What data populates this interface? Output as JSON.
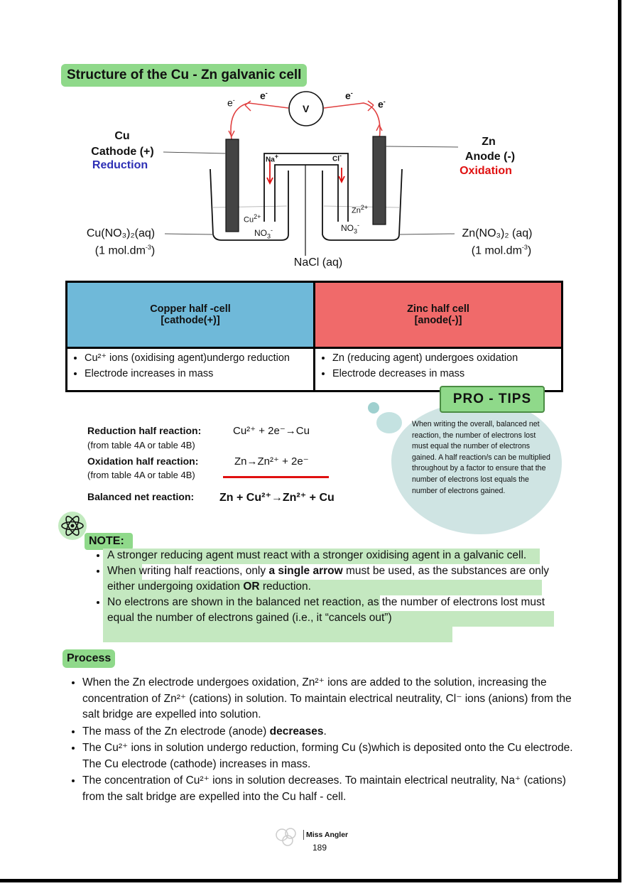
{
  "title": "Structure of the Cu - Zn galvanic cell",
  "diagram": {
    "electron_left_1": "e",
    "electron_left_2": "e",
    "electron_right_1": "e",
    "electron_right_2": "e",
    "electron_minus": "-",
    "voltmeter": "V",
    "cu_label": "Cu",
    "cathode_label": "Cathode (+)",
    "reduction_label": "Reduction",
    "zn_label": "Zn",
    "anode_label": "Anode (-)",
    "oxidation_label": "Oxidation",
    "cu_solution": "Cu(NO₃)₂(aq)",
    "cu_conc": "(1 mol.dm",
    "conc_exp": "-3",
    "zn_solution": "Zn(NO₃)₂ (aq)",
    "zn_conc": "(1 mol.dm",
    "salt_bridge": "NaCl (aq)",
    "na_ion": "Na",
    "na_charge": "+",
    "cl_ion": "Cl",
    "cl_charge": "-",
    "cu_ion": "Cu",
    "cu_ion_charge": "2+",
    "no3_left": "NO",
    "no3_sub": "3",
    "no3_charge": "-",
    "zn_ion": "Zn",
    "zn_ion_charge": "2+",
    "no3_right": "NO"
  },
  "halfcell_table": {
    "copper_header_1": "Copper half -cell",
    "copper_header_2": "[cathode(+)]",
    "zinc_header_1": "Zinc half cell",
    "zinc_header_2": "[anode(-)]",
    "copper_color": "#6fb9d9",
    "zinc_color": "#f06a6a",
    "copper_items": [
      "Cu²⁺ ions (oxidising agent)undergo reduction",
      "Electrode increases in mass"
    ],
    "zinc_items": [
      "Zn (reducing agent) undergoes oxidation",
      "Electrode decreases in mass"
    ]
  },
  "reactions": {
    "reduction_label": "Reduction half reaction:",
    "reduction_source": "(from table 4A or table 4B)",
    "reduction_eq": "Cu²⁺ + 2e⁻→Cu",
    "oxidation_label": "Oxidation half reaction:",
    "oxidation_source": "(from table 4A or table 4B)",
    "oxidation_eq": "Zn→Zn²⁺ + 2e⁻",
    "net_label": "Balanced net reaction:",
    "net_eq": "Zn + Cu²⁺→Zn²⁺ + Cu"
  },
  "pro_tips": {
    "heading": "PRO - TIPS",
    "text": "When writing the overall, balanced net reaction, the number of electrons lost must equal the number of electrons gained. A half reaction/s can be multiplied throughout by a factor to ensure that the number of electrons lost equals the number of electrons gained."
  },
  "note": {
    "heading": "NOTE:",
    "item1": "A stronger reducing agent must react with a stronger oxidising agent in a galvanic cell.",
    "item2_pre": "When writing half reactions, only ",
    "item2_bold1": "a single arrow",
    "item2_mid": " must be used, as the substances are only either undergoing oxidation ",
    "item2_bold2": "OR",
    "item2_post": " reduction.",
    "item3": "No electrons are shown in the balanced net reaction, as the number of electrons lost must equal the number of electrons gained (i.e., it “cancels out”)"
  },
  "process": {
    "heading": "Process",
    "item1": "When the Zn electrode undergoes oxidation, Zn²⁺ ions are added to the solution, increasing the concentration of Zn²⁺ (cations) in solution. To maintain electrical neutrality, Cl⁻ ions (anions) from the salt bridge are expelled into solution.",
    "item2_pre": "The mass of the Zn electrode (anode) ",
    "item2_bold": "decreases",
    "item2_post": ".",
    "item3_a": "The Cu²⁺ ions in solution undergo reduction, forming Cu (s)which is deposited onto the Cu electrode.",
    "item3_b": "The Cu electrode (cathode) increases in mass.",
    "item4": "The concentration of Cu²⁺ ions in solution decreases. To maintain electrical neutrality, Na⁺ (cations) from the salt bridge are expelled into the Cu half - cell."
  },
  "footer": {
    "author": "Miss Angler",
    "page": "189"
  }
}
